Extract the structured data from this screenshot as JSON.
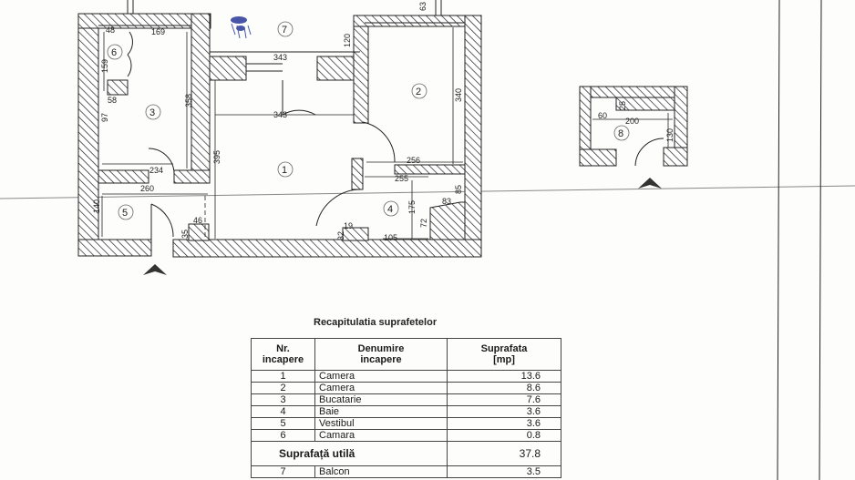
{
  "plan": {
    "rooms": [
      {
        "nr": "1",
        "label": "1"
      },
      {
        "nr": "2",
        "label": "2"
      },
      {
        "nr": "3",
        "label": "3"
      },
      {
        "nr": "4",
        "label": "4"
      },
      {
        "nr": "5",
        "label": "5"
      },
      {
        "nr": "6",
        "label": "6"
      },
      {
        "nr": "7",
        "label": "7"
      },
      {
        "nr": "8",
        "label": "8"
      }
    ],
    "dimensions": {
      "d48": "48",
      "d169": "169",
      "d159": "159",
      "d58": "58",
      "d97": "97",
      "d358": "358",
      "d234": "234",
      "d260": "260",
      "d140": "140",
      "d46": "46",
      "d35": "35",
      "d343_top": "343",
      "d343_mid": "343",
      "d120": "120",
      "d63": "63",
      "d395": "395",
      "d340": "340",
      "d256": "256",
      "d255": "255",
      "d85": "85",
      "d83": "83",
      "d175": "175",
      "d72": "72",
      "d105": "105",
      "d19": "19",
      "d32": "32",
      "d60": "60",
      "d25": "25",
      "d200": "200",
      "d130": "130"
    }
  },
  "recap": {
    "title": "Recapitulatia suprafetelor",
    "headers": {
      "nr_line1": "Nr.",
      "nr_line2": "incapere",
      "name_line1": "Denumire",
      "name_line2": "incapere",
      "area_line1": "Suprafata",
      "area_line2": "[mp]"
    },
    "rows": [
      {
        "nr": "1",
        "name": "Camera",
        "area": "13.6"
      },
      {
        "nr": "2",
        "name": "Camera",
        "area": "8.6"
      },
      {
        "nr": "3",
        "name": "Bucatarie",
        "area": "7.6"
      },
      {
        "nr": "4",
        "name": "Baie",
        "area": "3.6"
      },
      {
        "nr": "5",
        "name": "Vestibul",
        "area": "3.6"
      },
      {
        "nr": "6",
        "name": "Camara",
        "area": "0.8"
      }
    ],
    "total": {
      "label": "Suprafață utilă",
      "value": "37.8"
    },
    "partial_row": {
      "nr": "7",
      "name": "Balcon",
      "area": "3.5"
    }
  },
  "colors": {
    "ink": "#222222",
    "paper": "#fdfdfc",
    "stamp": "#2a3a9a"
  }
}
